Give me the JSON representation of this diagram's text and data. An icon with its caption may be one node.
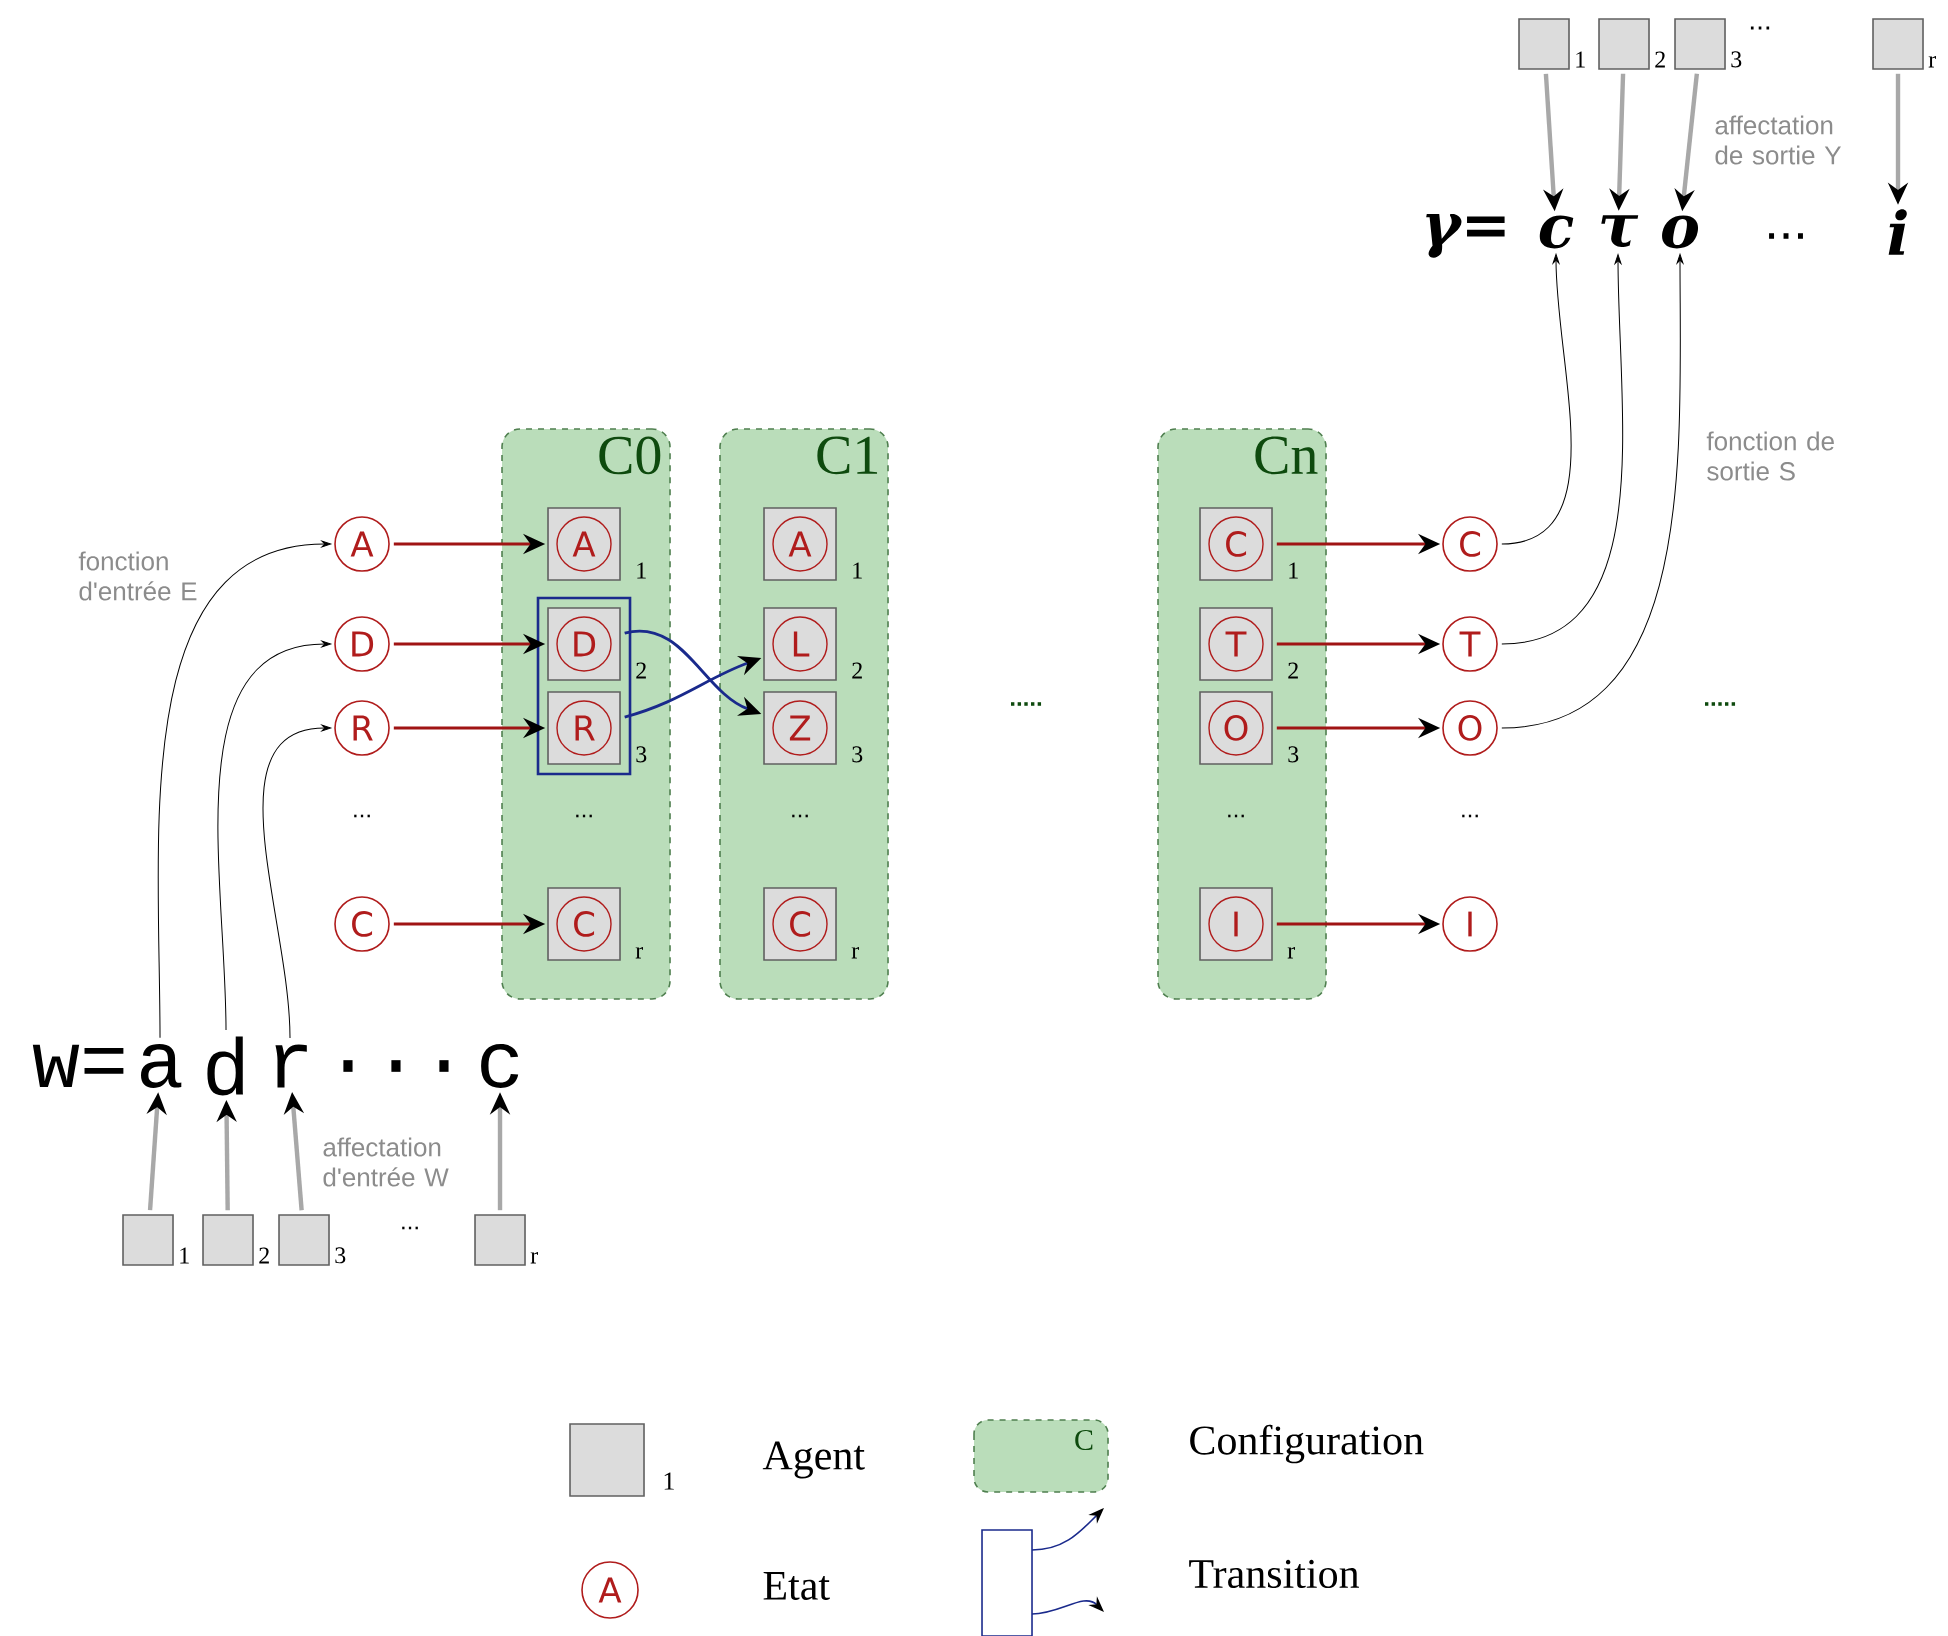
{
  "diagram": {
    "nodes": [
      {
        "text": [
          "A"
        ]
      },
      {
        "text": [
          "D"
        ]
      },
      {
        "text": [
          "R"
        ]
      },
      {
        "text": [
          "C"
        ]
      },
      {
        "text": [
          "C0"
        ]
      },
      {
        "text": [],
        "shape": "box",
        "in": 4
      },
      {
        "text": [
          "A"
        ],
        "in": 4,
        "beside": [
          "1"
        ]
      },
      {
        "text": [
          "D"
        ],
        "in": 5,
        "beside": [
          "2"
        ]
      },
      {
        "text": [
          "R"
        ],
        "in": 5,
        "beside": [
          "3"
        ]
      },
      {
        "text": [
          "C"
        ],
        "in": 4,
        "beside": [
          "r"
        ]
      },
      {
        "text": [
          "C1"
        ]
      },
      {
        "text": [
          "A"
        ],
        "in": 10,
        "beside": [
          "1"
        ]
      },
      {
        "text": [
          "L"
        ],
        "in": 10,
        "beside": [
          "2"
        ]
      },
      {
        "text": [
          "Z"
        ],
        "in": 10,
        "beside": [
          "3"
        ]
      },
      {
        "text": [
          "C"
        ],
        "in": 10,
        "beside": [
          "r"
        ]
      },
      {
        "text": [
          "Cn"
        ]
      },
      {
        "text": [
          "C"
        ],
        "in": 15,
        "beside": [
          "1"
        ]
      },
      {
        "text": [
          "T"
        ],
        "in": 15,
        "beside": [
          "2"
        ]
      },
      {
        "text": [
          "O"
        ],
        "in": 15,
        "beside": [
          "3"
        ]
      },
      {
        "text": [
          "I"
        ],
        "in": 15,
        "beside": [
          "r"
        ]
      },
      {
        "text": [
          "C"
        ]
      },
      {
        "text": [
          "T"
        ]
      },
      {
        "text": [
          "O"
        ]
      },
      {
        "text": [
          "I"
        ]
      },
      {
        "text": [
          "a"
        ]
      },
      {
        "text": [
          "d"
        ]
      },
      {
        "text": [
          "r"
        ]
      },
      {
        "text": [
          "c"
        ]
      },
      {
        "text": [],
        "shape": "box",
        "beside": [
          "1"
        ]
      },
      {
        "text": [],
        "shape": "box",
        "beside": [
          "2"
        ]
      },
      {
        "text": [],
        "shape": "box",
        "beside": [
          "3"
        ]
      },
      {
        "text": [],
        "shape": "box",
        "beside": [
          "r"
        ]
      },
      {
        "text": [
          "c"
        ]
      },
      {
        "text": [
          "τ"
        ]
      },
      {
        "text": [
          "o"
        ]
      },
      {
        "text": [
          "i"
        ]
      },
      {
        "text": [],
        "shape": "box",
        "beside": [
          "1"
        ]
      },
      {
        "text": [],
        "shape": "box",
        "beside": [
          "2"
        ]
      },
      {
        "text": [],
        "shape": "box",
        "beside": [
          "3"
        ]
      },
      {
        "text": [],
        "shape": "box",
        "beside": [
          "r"
        ]
      }
    ],
    "edges": [
      {
        "from": 0,
        "to": 6,
        "arrow": "to",
        "color": "#a01414"
      },
      {
        "from": 1,
        "to": 7,
        "arrow": "to",
        "color": "#a01414"
      },
      {
        "from": 2,
        "to": 8,
        "arrow": "to",
        "color": "#a01414"
      },
      {
        "from": 3,
        "to": 9,
        "arrow": "to",
        "color": "#a01414"
      },
      {
        "from": 7,
        "to": 13,
        "arrow": "to",
        "color": "#1a2a8c"
      },
      {
        "from": 8,
        "to": 12,
        "arrow": "to",
        "color": "#1a2a8c"
      },
      {
        "from": 16,
        "to": 20,
        "arrow": "to",
        "color": "#a01414"
      },
      {
        "from": 17,
        "to": 21,
        "arrow": "to",
        "color": "#a01414"
      },
      {
        "from": 18,
        "to": 22,
        "arrow": "to",
        "color": "#a01414"
      },
      {
        "from": 19,
        "to": 23,
        "arrow": "to",
        "color": "#a01414"
      },
      {
        "from": 28,
        "to": 24,
        "arrow": "to",
        "color": "#a8a8a8"
      },
      {
        "from": 29,
        "to": 25,
        "arrow": "to",
        "color": "#a8a8a8"
      },
      {
        "from": 30,
        "to": 26,
        "arrow": "to",
        "color": "#a8a8a8"
      },
      {
        "from": 31,
        "to": 27,
        "arrow": "to",
        "color": "#a8a8a8"
      },
      {
        "from": 36,
        "to": 32,
        "arrow": "to",
        "color": "#a8a8a8"
      },
      {
        "from": 37,
        "to": 33,
        "arrow": "to",
        "color": "#a8a8a8"
      },
      {
        "from": 38,
        "to": 34,
        "arrow": "to",
        "color": "#a8a8a8"
      },
      {
        "from": 39,
        "to": 35,
        "arrow": "to",
        "color": "#a8a8a8"
      },
      {
        "from": 24,
        "to": 0,
        "arrow": "to",
        "color": "#000000"
      },
      {
        "from": 25,
        "to": 1,
        "arrow": "to",
        "color": "#000000"
      },
      {
        "from": 26,
        "to": 2,
        "arrow": "to",
        "color": "#000000"
      },
      {
        "from": 20,
        "to": 32,
        "arrow": "to",
        "color": "#000000"
      },
      {
        "from": 21,
        "to": 33,
        "arrow": "to",
        "color": "#000000"
      },
      {
        "from": 22,
        "to": 34,
        "arrow": "to",
        "color": "#000000"
      }
    ],
    "labels": [
      "...",
      "affectation de sortie Y",
      "γ=",
      "...",
      "fonction de sortie S",
      "fonction d'entrée E",
      ".....",
      ".....",
      "...",
      "...",
      "...",
      "...",
      "...",
      "w=",
      "...",
      "affectation d'entrée W",
      "...",
      "1",
      "C",
      "A"
    ],
    "legend": [
      {
        "text": "Agent"
      },
      {
        "text": "Configuration"
      },
      {
        "text": "Etat"
      },
      {
        "text": "Transition"
      }
    ]
  }
}
